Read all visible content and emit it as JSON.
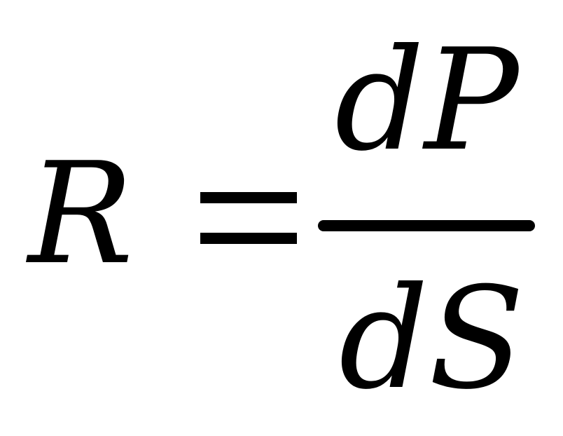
{
  "equation": {
    "lhs": "R",
    "numerator": "dP",
    "denominator": "dS"
  }
}
